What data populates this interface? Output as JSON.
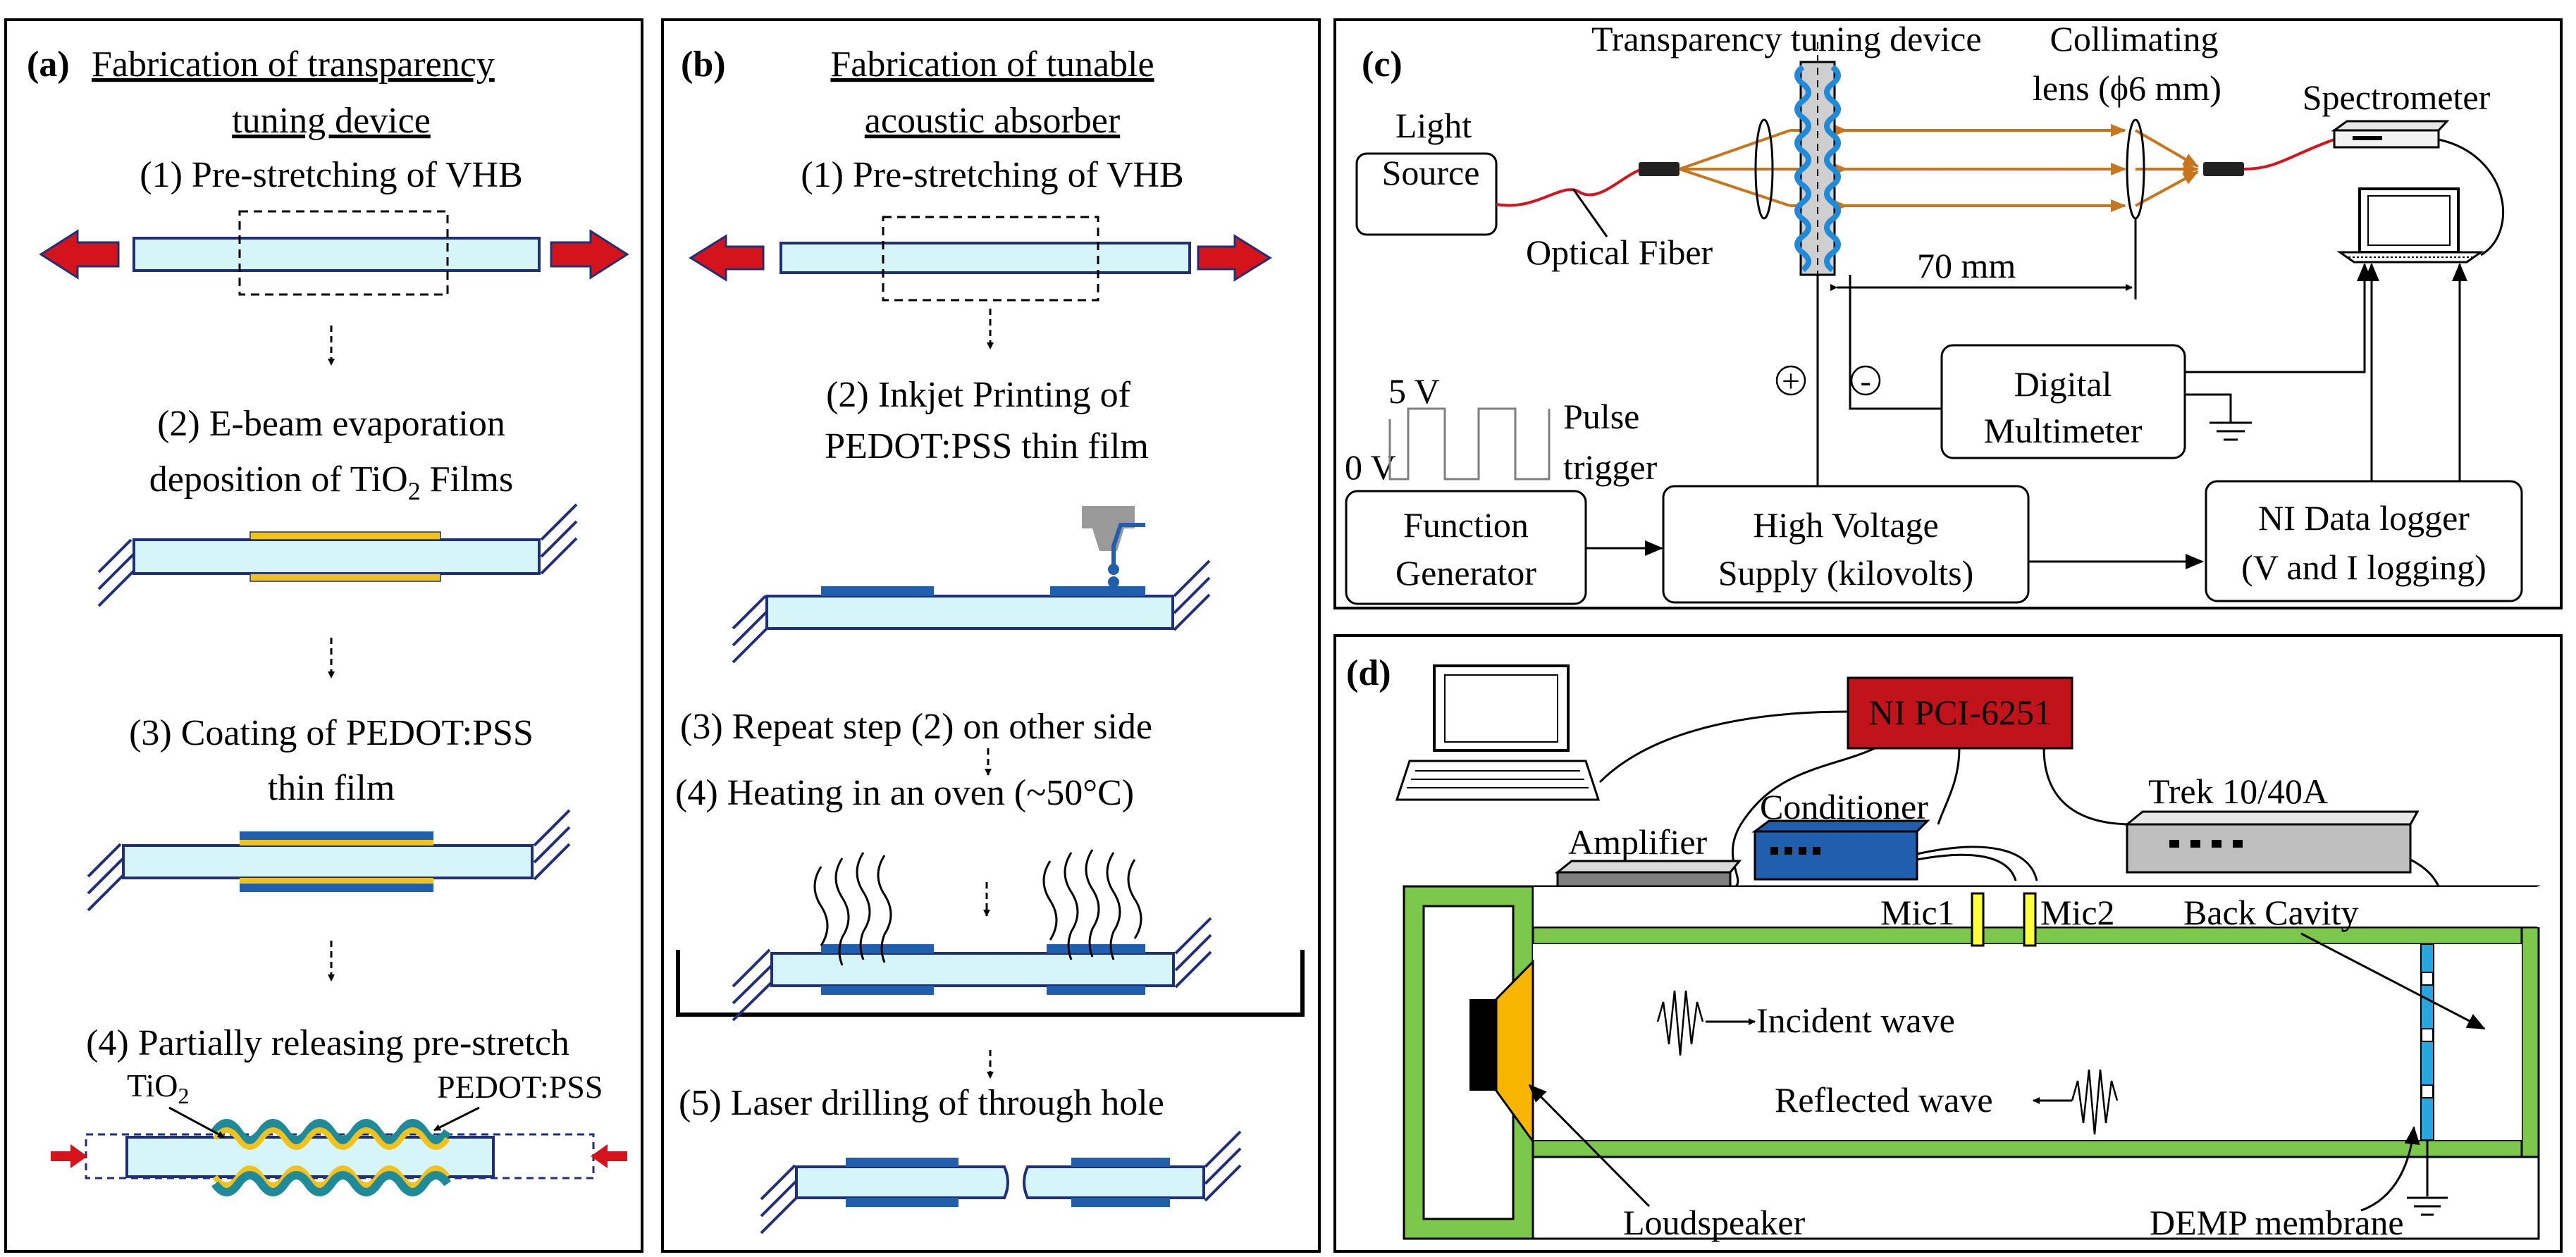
{
  "panel_a": {
    "label": "(a)",
    "title_line1": "Fabrication of transparency",
    "title_line2": "tuning  device",
    "step1": "(1) Pre-stretching of VHB",
    "step2_line1": "(2) E-beam evaporation",
    "step2_line2_prefix": "deposition of TiO",
    "step2_line2_sub": "2",
    "step2_line2_suffix": " Films",
    "step3_line1": "(3) Coating of PEDOT:PSS",
    "step3_line2": "thin film",
    "step4": "(4) Partially releasing pre-stretch",
    "tio2_prefix": "TiO",
    "tio2_sub": "2",
    "pedot_label": "PEDOT:PSS"
  },
  "panel_b": {
    "label": "(b)",
    "title_line1": "Fabrication of tunable",
    "title_line2": "acoustic absorber",
    "step1": "(1) Pre-stretching of VHB",
    "step2_line1": "(2) Inkjet Printing of",
    "step2_line2": "PEDOT:PSS thin film",
    "step3": "(3)  Repeat step (2) on other side",
    "step4": "(4) Heating  in an oven (~50°C)",
    "step5": "(5) Laser drilling of through  hole"
  },
  "panel_c": {
    "label": "(c)",
    "device_title": "Transparency tuning device",
    "light_source_line1": "Light",
    "light_source_line2": "Source",
    "optical_fiber": "Optical Fiber",
    "lens_line1": "Collimating",
    "lens_line2": "lens (ϕ6 mm)",
    "spectrometer": "Spectrometer",
    "distance": "70 mm",
    "plus": "+",
    "minus": "-",
    "multimeter_line1": "Digital",
    "multimeter_line2": "Multimeter",
    "v5": "5 V",
    "v0": "0 V",
    "pulse_line1": "Pulse",
    "pulse_line2": "trigger",
    "fg_line1": "Function",
    "fg_line2": "Generator",
    "hv_line1": "High Voltage",
    "hv_line2": "Supply (kilovolts)",
    "ni_line1": "NI Data logger",
    "ni_line2": "(V and I logging)"
  },
  "panel_d": {
    "label": "(d)",
    "daq": "NI PCI-6251",
    "conditioner": "Conditioner",
    "amplifier": "Amplifier",
    "trek": "Trek 10/40A",
    "mic1": "Mic1",
    "mic2": "Mic2",
    "back_cavity": "Back Cavity",
    "incident": "Incident wave",
    "reflected": "Reflected wave",
    "loudspeaker": "Loudspeaker",
    "membrane": "DEMP membrane"
  },
  "colors": {
    "film": "#d6f5f8",
    "film_outline": "#1f2f7a",
    "pedot": "#1f5fae",
    "tio2": "#f2c21a",
    "arrow_red": "#d4141a",
    "beam": "#c8761e",
    "daq_red": "#c0141a",
    "tube_green": "#7cc84a",
    "speaker_yellow": "#f7b500",
    "membrane_blue": "#29a6e0"
  }
}
